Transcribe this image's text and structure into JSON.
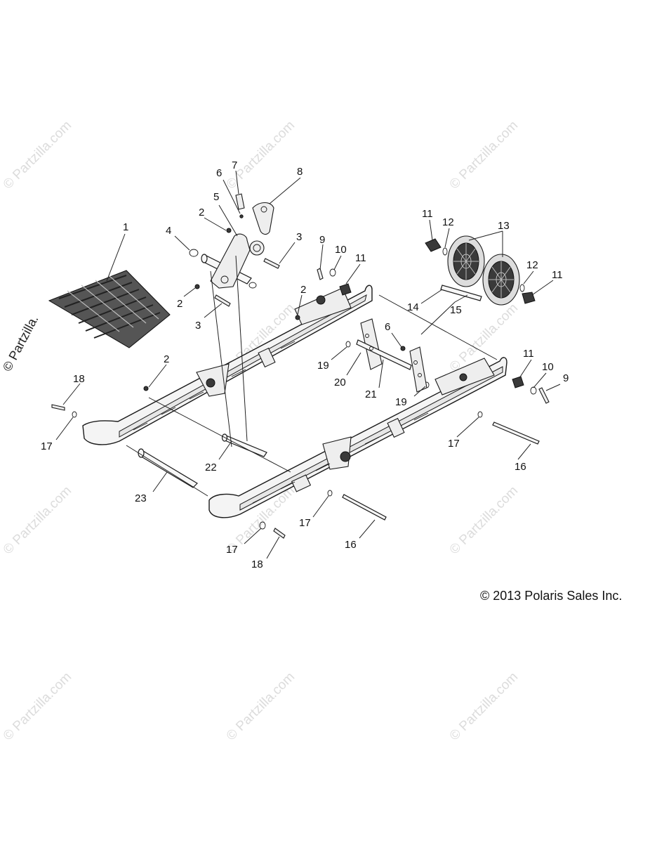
{
  "diagram": {
    "copyright": "© 2013 Polaris Sales Inc.",
    "watermark_text": "© Partzilla.com",
    "side_watermark_text": "© Partzilla.",
    "callouts": [
      {
        "id": "c1",
        "label": "1"
      },
      {
        "id": "c2a",
        "label": "2"
      },
      {
        "id": "c2b",
        "label": "2"
      },
      {
        "id": "c2c",
        "label": "2"
      },
      {
        "id": "c2d",
        "label": "2"
      },
      {
        "id": "c3a",
        "label": "3"
      },
      {
        "id": "c3b",
        "label": "3"
      },
      {
        "id": "c4",
        "label": "4"
      },
      {
        "id": "c5",
        "label": "5"
      },
      {
        "id": "c6a",
        "label": "6"
      },
      {
        "id": "c6b",
        "label": "6"
      },
      {
        "id": "c7",
        "label": "7"
      },
      {
        "id": "c8",
        "label": "8"
      },
      {
        "id": "c9a",
        "label": "9"
      },
      {
        "id": "c9b",
        "label": "9"
      },
      {
        "id": "c10a",
        "label": "10"
      },
      {
        "id": "c10b",
        "label": "10"
      },
      {
        "id": "c11a",
        "label": "11"
      },
      {
        "id": "c11b",
        "label": "11"
      },
      {
        "id": "c11c",
        "label": "11"
      },
      {
        "id": "c11d",
        "label": "11"
      },
      {
        "id": "c12a",
        "label": "12"
      },
      {
        "id": "c12b",
        "label": "12"
      },
      {
        "id": "c13",
        "label": "13"
      },
      {
        "id": "c14",
        "label": "14"
      },
      {
        "id": "c15",
        "label": "15"
      },
      {
        "id": "c16a",
        "label": "16"
      },
      {
        "id": "c16b",
        "label": "16"
      },
      {
        "id": "c17a",
        "label": "17"
      },
      {
        "id": "c17b",
        "label": "17"
      },
      {
        "id": "c17c",
        "label": "17"
      },
      {
        "id": "c17d",
        "label": "17"
      },
      {
        "id": "c18a",
        "label": "18"
      },
      {
        "id": "c18b",
        "label": "18"
      },
      {
        "id": "c19a",
        "label": "19"
      },
      {
        "id": "c19b",
        "label": "19"
      },
      {
        "id": "c20",
        "label": "20"
      },
      {
        "id": "c21",
        "label": "21"
      },
      {
        "id": "c22",
        "label": "22"
      },
      {
        "id": "c23",
        "label": "23"
      }
    ]
  }
}
